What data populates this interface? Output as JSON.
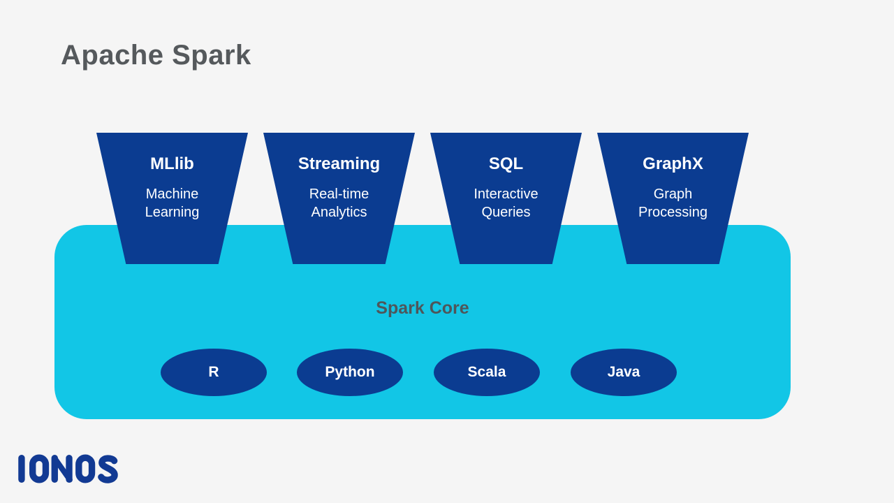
{
  "title": "Apache Spark",
  "colors": {
    "background": "#f5f5f5",
    "component_blue": "#0b3c91",
    "core_cyan": "#12c6e6",
    "heading_gray": "#55595c",
    "core_label_gray": "#4e565a",
    "text_white": "#ffffff",
    "logo_blue": "#123a93"
  },
  "components": [
    {
      "name": "MLlib",
      "description": "Machine Learning"
    },
    {
      "name": "Streaming",
      "description": "Real-time Analytics"
    },
    {
      "name": "SQL",
      "description": "Interactive Queries"
    },
    {
      "name": "GraphX",
      "description": "Graph Processing"
    }
  ],
  "core": {
    "label": "Spark Core",
    "languages": [
      "R",
      "Python",
      "Scala",
      "Java"
    ]
  },
  "logo": {
    "brand": "IONOS",
    "icon": "ionos-logo"
  }
}
